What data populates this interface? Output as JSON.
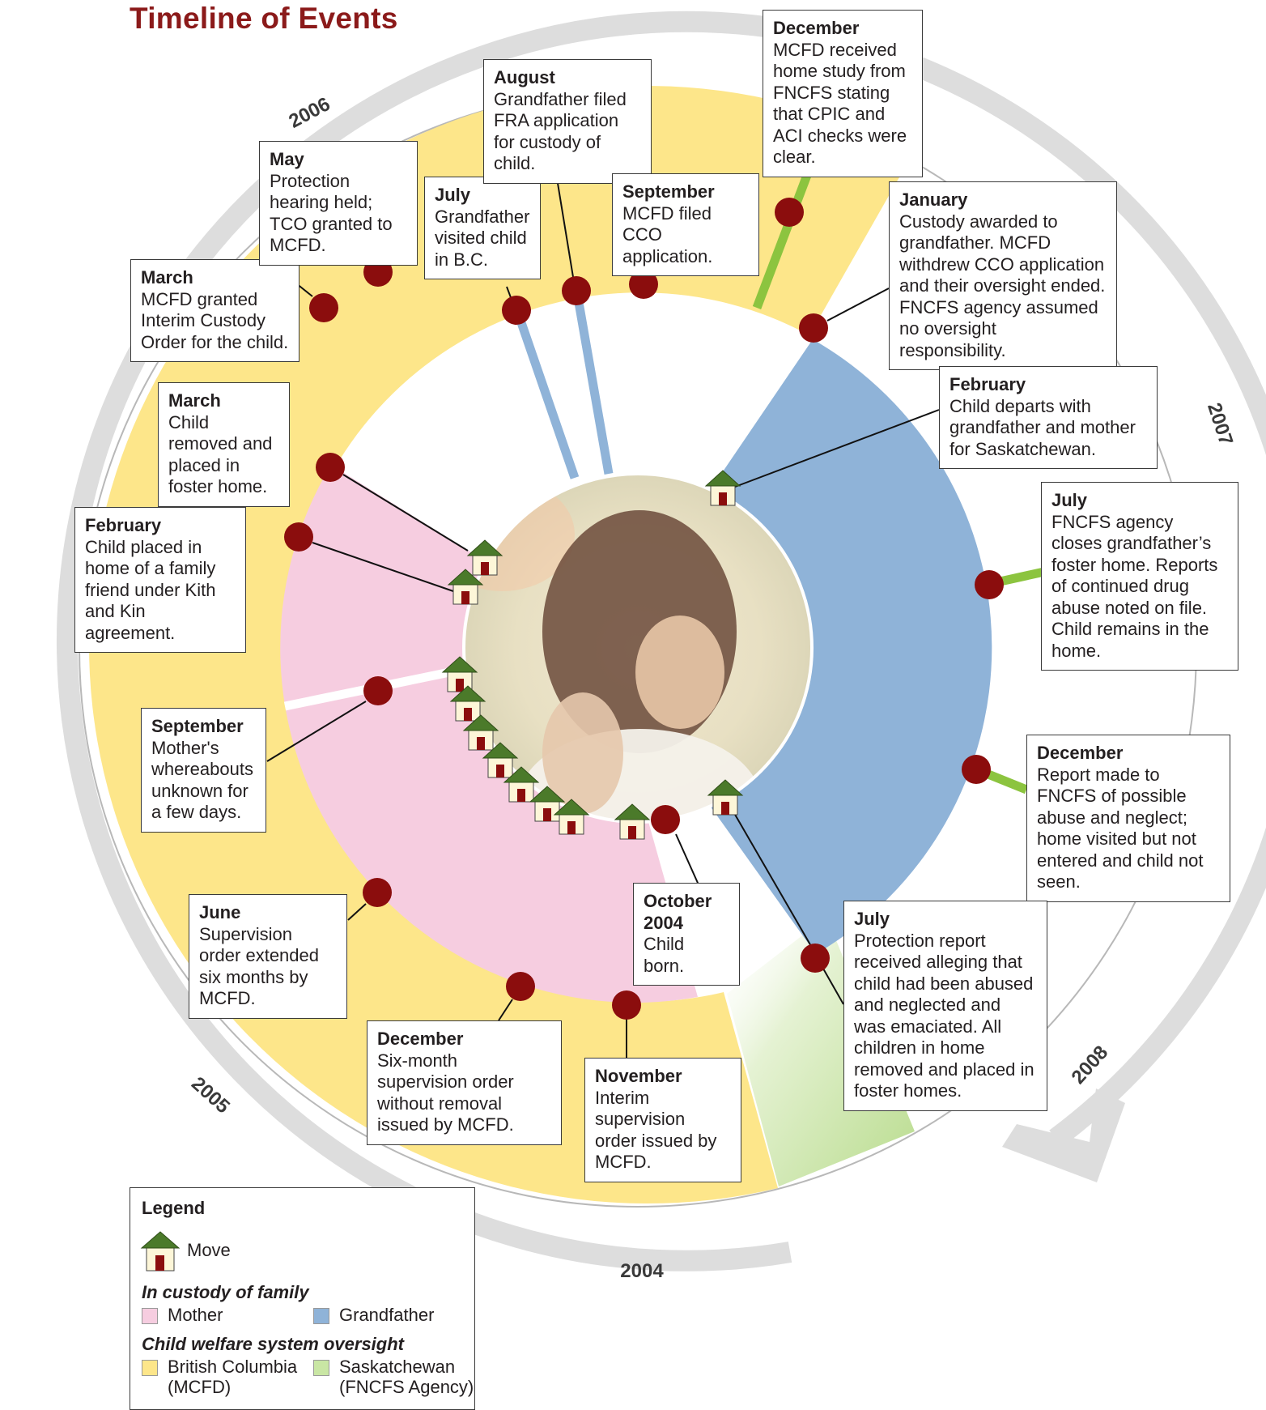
{
  "title": "Timeline of Events",
  "years": [
    "2004",
    "2005",
    "2006",
    "2007",
    "2008"
  ],
  "colors": {
    "bc_oversight": "#fde68a",
    "sask_oversight": "#c9e6a4",
    "mother": "#f6cde0",
    "grandfather": "#8fb3d8",
    "event_dot": "#8b0d0d",
    "ring": "#dddddd",
    "title": "#8b1a1a",
    "blue_line": "#8fb3d8",
    "green_line": "#8cc43f"
  },
  "events": [
    {
      "id": "oct2004",
      "month": "October 2004",
      "text": "Child born."
    },
    {
      "id": "nov2004",
      "month": "November",
      "text": "Interim supervision order issued by MCFD."
    },
    {
      "id": "dec2004",
      "month": "December",
      "text": "Six-month supervision order without removal issued by MCFD."
    },
    {
      "id": "jun2005",
      "month": "June",
      "text": "Supervision order extended six months by MCFD."
    },
    {
      "id": "sep2005",
      "month": "September",
      "text": "Mother's whereabouts unknown for a few days."
    },
    {
      "id": "feb2006",
      "month": "February",
      "text": "Child placed in home of a family friend under Kith and Kin agreement."
    },
    {
      "id": "mar2006a",
      "month": "March",
      "text": "Child removed and placed in foster home."
    },
    {
      "id": "mar2006b",
      "month": "March",
      "text": "MCFD granted Interim Custody Order for the child."
    },
    {
      "id": "may2006",
      "month": "May",
      "text": "Protection hearing held; TCO granted to MCFD."
    },
    {
      "id": "jul2006",
      "month": "July",
      "text": "Grandfather visited child in B.C."
    },
    {
      "id": "aug2006",
      "month": "August",
      "text": "Grandfather filed FRA application for custody of child."
    },
    {
      "id": "sep2006",
      "month": "September",
      "text": "MCFD filed CCO application."
    },
    {
      "id": "dec2006",
      "month": "December",
      "text": "MCFD received home study from FNCFS stating that CPIC and ACI checks were clear."
    },
    {
      "id": "jan2007",
      "month": "January",
      "text": "Custody awarded to grandfather. MCFD withdrew CCO application and their oversight ended. FNCFS agency assumed no oversight responsibility."
    },
    {
      "id": "feb2007",
      "month": "February",
      "text": "Child departs with grandfather and mother for Saskatchewan."
    },
    {
      "id": "jul2007",
      "month": "July",
      "text": "FNCFS agency closes grandfather’s foster home. Reports of continued drug abuse noted on file. Child remains in the home."
    },
    {
      "id": "dec2007",
      "month": "December",
      "text": "Report made to FNCFS of possible abuse and neglect; home visited but not entered and child not seen."
    },
    {
      "id": "jul2008",
      "month": "July",
      "text": "Protection report received alleging that child had been abused and neglected and was emaciated. All children in home removed and placed in foster homes."
    }
  ],
  "legend": {
    "title": "Legend",
    "move_label": "Move",
    "custody_heading": "In custody of family",
    "mother": "Mother",
    "grandfather": "Grandfather",
    "oversight_heading": "Child welfare system oversight",
    "bc": "British Columbia\n(MCFD)",
    "sask": "Saskatchewan\n(FNCFS Agency)"
  }
}
